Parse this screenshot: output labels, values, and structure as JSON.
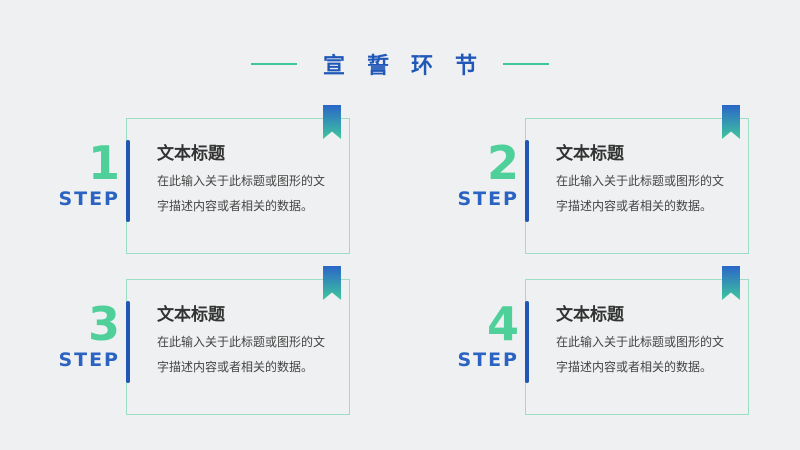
{
  "header": {
    "title": "宣誓环节"
  },
  "steps": [
    {
      "number": "1",
      "step_label": "STEP",
      "title": "文本标题",
      "description": "在此输入关于此标题或图形的文字描述内容或者相关的数据。"
    },
    {
      "number": "2",
      "step_label": "STEP",
      "title": "文本标题",
      "description": "在此输入关于此标题或图形的文字描述内容或者相关的数据。"
    },
    {
      "number": "3",
      "step_label": "STEP",
      "title": "文本标题",
      "description": "在此输入关于此标题或图形的文字描述内容或者相关的数据。"
    },
    {
      "number": "4",
      "step_label": "STEP",
      "title": "文本标题",
      "description": "在此输入关于此标题或图形的文字描述内容或者相关的数据。"
    }
  ],
  "colors": {
    "accent_green": "#4fd09a",
    "accent_blue": "#2158b8",
    "card_border": "#9fdcc4"
  }
}
